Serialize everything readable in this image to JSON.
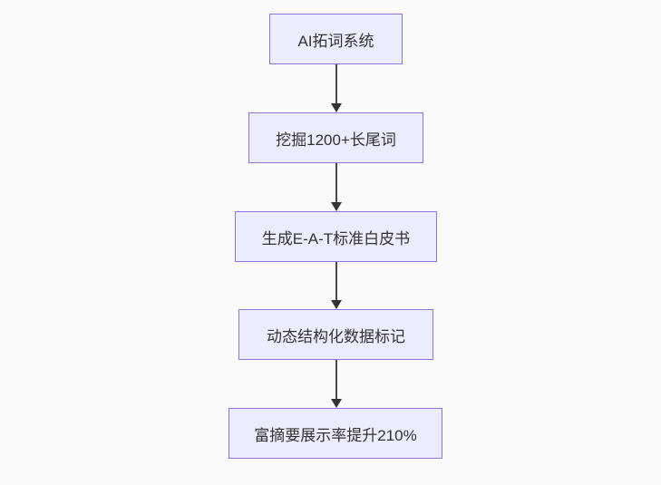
{
  "flowchart": {
    "type": "flowchart",
    "direction": "top-down",
    "colors": {
      "node_fill": "#ececff",
      "node_border": "#9370db",
      "text": "#333333",
      "arrow": "#333333",
      "background": "#fafafa"
    },
    "nodes": [
      {
        "id": "A",
        "label": "AI拓词系统"
      },
      {
        "id": "B",
        "label": "挖掘1200+长尾词"
      },
      {
        "id": "C",
        "label": "生成E-A-T标准白皮书"
      },
      {
        "id": "D",
        "label": "动态结构化数据标记"
      },
      {
        "id": "E",
        "label": "富摘要展示率提升210%"
      }
    ],
    "edges": [
      {
        "from": "A",
        "to": "B"
      },
      {
        "from": "B",
        "to": "C"
      },
      {
        "from": "C",
        "to": "D"
      },
      {
        "from": "D",
        "to": "E"
      }
    ]
  }
}
